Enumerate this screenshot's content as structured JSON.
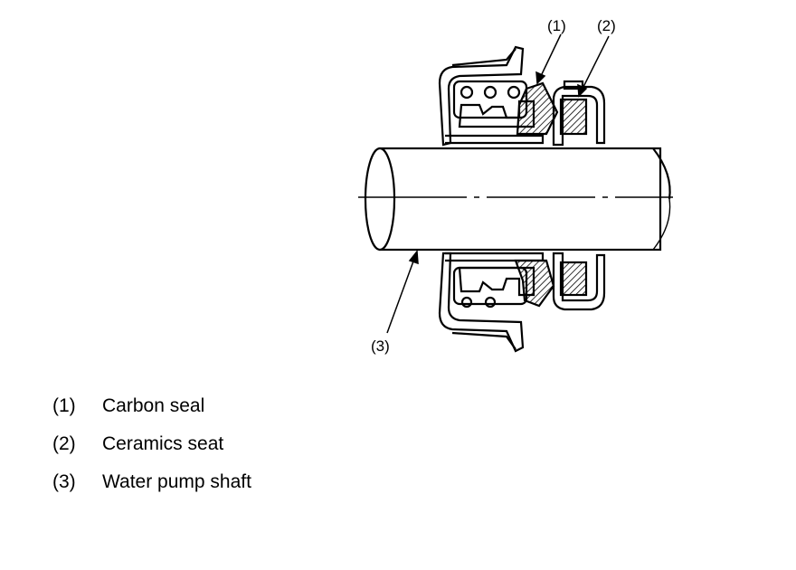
{
  "callouts": {
    "c1": "(1)",
    "c2": "(2)",
    "c3": "(3)"
  },
  "legend": [
    {
      "number": "(1)",
      "label": "Carbon seal"
    },
    {
      "number": "(2)",
      "label": "Ceramics seat"
    },
    {
      "number": "(3)",
      "label": "Water pump shaft"
    }
  ]
}
